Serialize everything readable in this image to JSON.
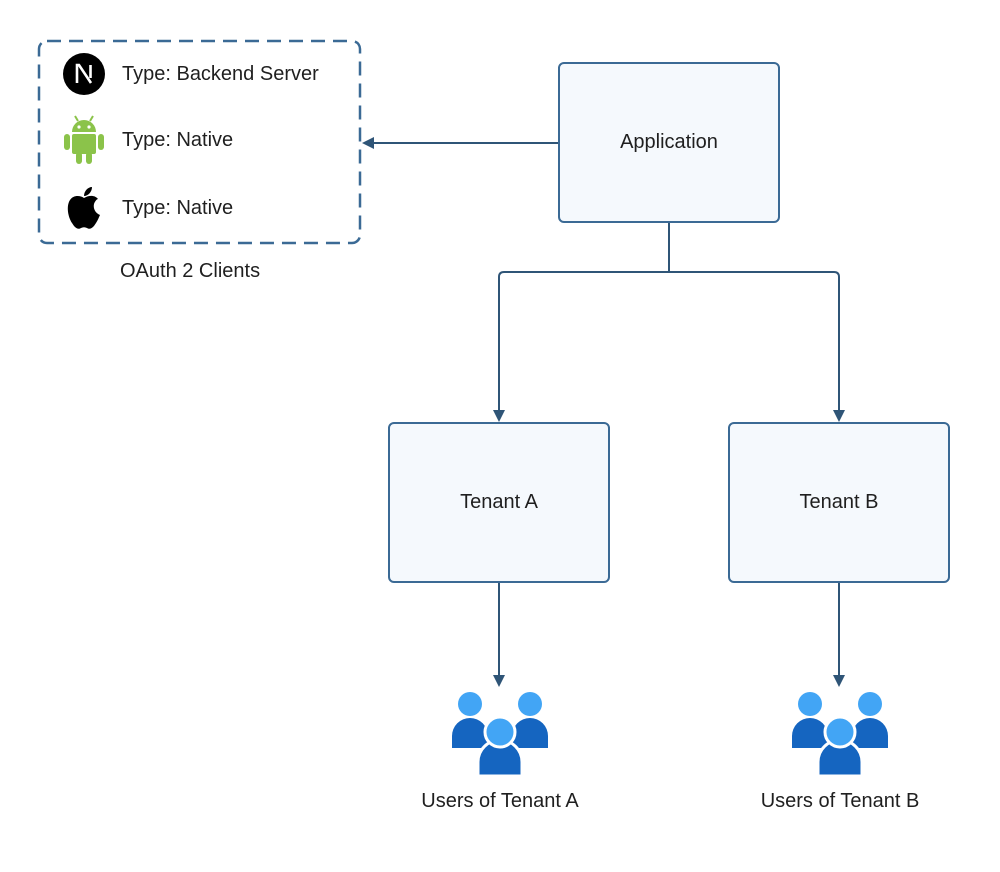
{
  "colors": {
    "border": "#3b6a95",
    "box_fill": "#f5f9fd",
    "arrow": "#2f5577",
    "android_green": "#8bc34a",
    "users_light": "#42a5f5",
    "users_dark": "#1565c0"
  },
  "clients_group": {
    "caption": "OAuth 2 Clients",
    "items": [
      {
        "icon": "nextjs-icon",
        "label": "Type: Backend Server"
      },
      {
        "icon": "android-icon",
        "label": "Type: Native"
      },
      {
        "icon": "apple-icon",
        "label": "Type: Native"
      }
    ]
  },
  "nodes": {
    "application": "Application",
    "tenant_a": "Tenant A",
    "tenant_b": "Tenant B"
  },
  "users": {
    "a": {
      "icon": "users-group-icon",
      "label": "Users of Tenant A"
    },
    "b": {
      "icon": "users-group-icon",
      "label": "Users of Tenant B"
    }
  }
}
